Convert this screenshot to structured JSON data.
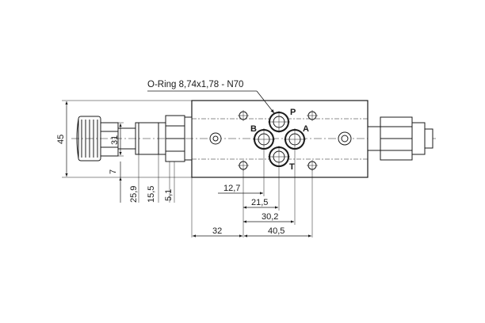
{
  "oring_label": "O-Ring 8,74x1,78 - N70",
  "ports": {
    "p": "P",
    "a": "A",
    "b": "B",
    "t": "T"
  },
  "dimensions": {
    "height_total": "45",
    "height_31": "31",
    "height_7": "7",
    "width_25_9": "25,9",
    "width_15_5": "15,5",
    "width_5_1": "5,1",
    "len_12_7": "12,7",
    "len_21_5": "21,5",
    "len_30_2": "30,2",
    "len_32": "32",
    "len_40_5": "40,5"
  }
}
